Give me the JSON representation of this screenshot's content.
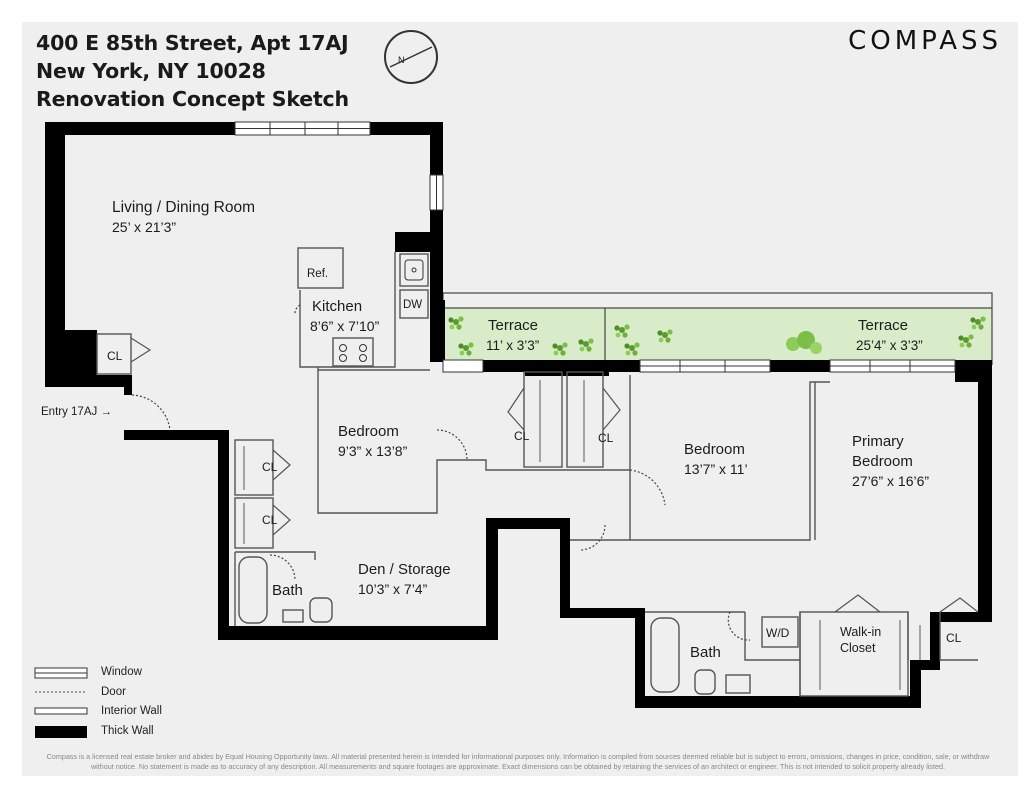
{
  "header": {
    "address_line1": "400 E 85th Street, Apt 17AJ",
    "address_line2": "New York, NY 10028",
    "subtitle": "Renovation Concept Sketch"
  },
  "brand": "COMPASS",
  "compass_rose": {
    "icon": "north-arrow-icon",
    "letter": "N"
  },
  "rooms": {
    "living": {
      "name": "Living / Dining Room",
      "dims": "25’ x 21’3”"
    },
    "kitchen": {
      "name": "Kitchen",
      "dims": "8’6” x 7’10”"
    },
    "terrace1": {
      "name": "Terrace",
      "dims": "11’ x 3’3”"
    },
    "terrace2": {
      "name": "Terrace",
      "dims": "25’4” x 3’3”"
    },
    "bedroom1": {
      "name": "Bedroom",
      "dims": "9’3” x 13’8”"
    },
    "bedroom2": {
      "name": "Bedroom",
      "dims": "13’7” x 11’"
    },
    "primary": {
      "name_line1": "Primary",
      "name_line2": "Bedroom",
      "dims": "27’6” x 16’6”"
    },
    "den": {
      "name": "Den / Storage",
      "dims": "10’3” x 7’4”"
    },
    "bath1": {
      "name": "Bath"
    },
    "bath2": {
      "name": "Bath"
    },
    "walkin": {
      "name_line1": "Walk-in",
      "name_line2": "Closet"
    }
  },
  "fixtures": {
    "ref": "Ref.",
    "dw": "DW",
    "wd": "W/D",
    "closet": "CL"
  },
  "entry": "Entry 17AJ →",
  "legend": {
    "window": "Window",
    "door": "Door",
    "interior_wall": "Interior Wall",
    "thick_wall": "Thick Wall"
  },
  "disclaimer": "Compass is a licensed real estate broker and abides by Equal Housing Opportunity laws. All material presented herein is intended for informational purposes only. Information is compiled from sources deemed reliable but is subject to errors, omissions, changes in price, condition, sale, or withdraw without notice. No statement is made as to accuracy of any description. All measurements and square footages are approximate. Exact dimensions can be obtained by retaining the services of an architect or engineer. This is not intended to solicit property already listed.",
  "colors": {
    "wall": "#000000",
    "terrace": "#d9ecc9",
    "plant": "#6fae3a",
    "sheet": "#efefef"
  }
}
